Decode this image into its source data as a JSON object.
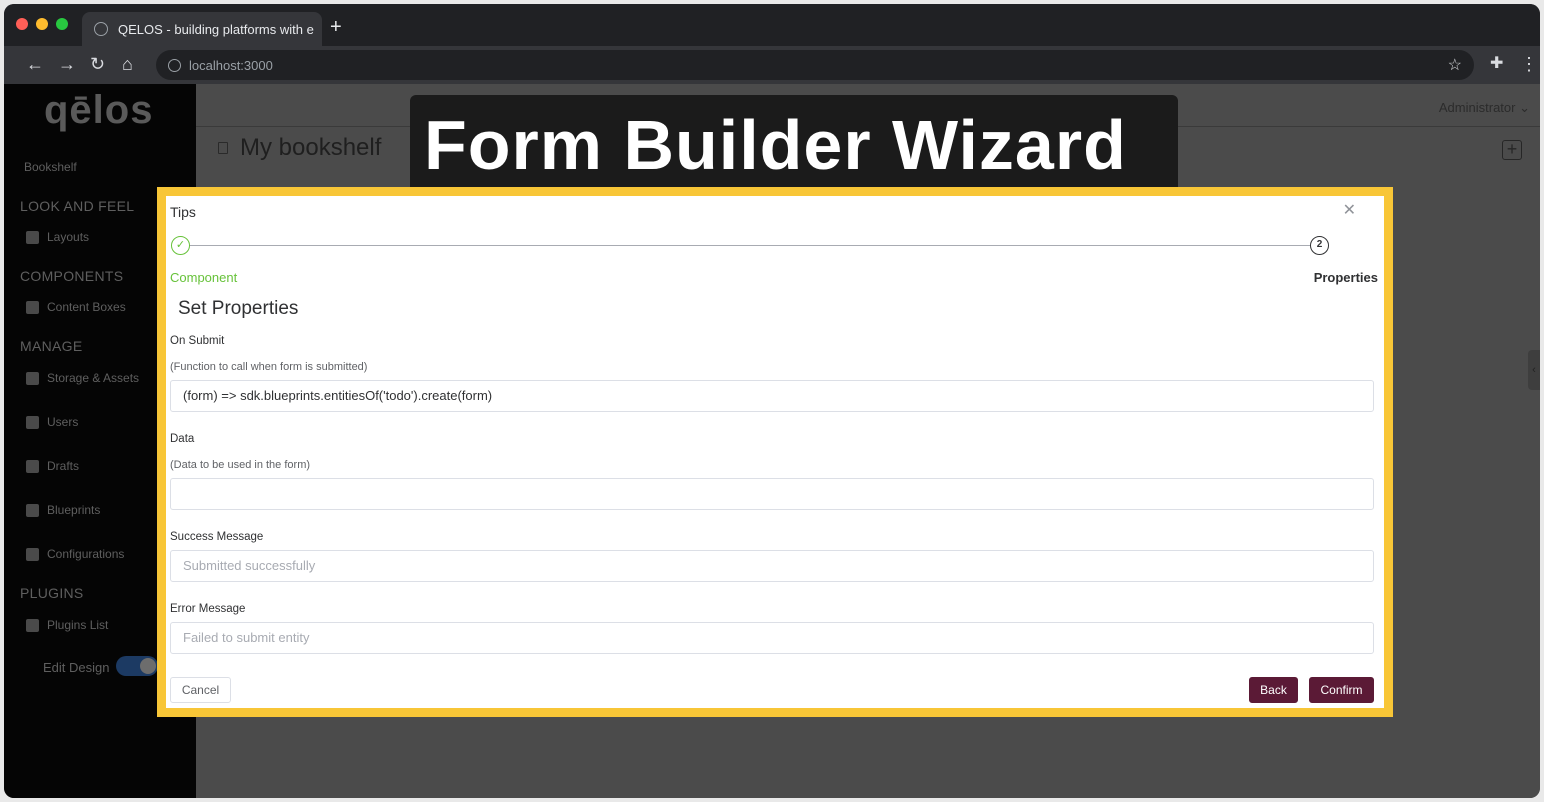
{
  "browser": {
    "tab_title": "QELOS - building platforms with e",
    "new_tab": "+",
    "url": "localhost:3000"
  },
  "sidebar": {
    "logo": "qēlos",
    "app_name": "Bookshelf",
    "sections": [
      {
        "heading": "LOOK AND FEEL",
        "items": [
          "Layouts"
        ]
      },
      {
        "heading": "COMPONENTS",
        "items": [
          "Content Boxes"
        ]
      },
      {
        "heading": "MANAGE",
        "items": [
          "Storage & Assets",
          "Users",
          "Drafts",
          "Blueprints",
          "Configurations"
        ]
      },
      {
        "heading": "PLUGINS",
        "items": [
          "Plugins List"
        ]
      }
    ],
    "edit_design": "Edit Design"
  },
  "header": {
    "user": "Administrator",
    "page_title": "My bookshelf"
  },
  "banner": {
    "text": "Form Builder Wizard"
  },
  "dialog": {
    "title": "Tips",
    "steps": [
      {
        "label": "Component",
        "status": "done"
      },
      {
        "label": "Properties",
        "number": "2",
        "status": "current"
      }
    ],
    "section_title": "Set Properties",
    "fields": {
      "on_submit": {
        "label": "On Submit",
        "hint": "(Function to call when form is submitted)",
        "value": "(form) => sdk.blueprints.entitiesOf('todo').create(form)"
      },
      "data": {
        "label": "Data",
        "hint": "(Data to be used in the form)",
        "value": ""
      },
      "success_message": {
        "label": "Success Message",
        "placeholder": "Submitted successfully"
      },
      "error_message": {
        "label": "Error Message",
        "placeholder": "Failed to submit entity"
      }
    },
    "buttons": {
      "cancel": "Cancel",
      "back": "Back",
      "confirm": "Confirm"
    }
  },
  "colors": {
    "accent": "#5b1a36",
    "highlight_border": "#f8c637",
    "step_done": "#67c23a"
  }
}
